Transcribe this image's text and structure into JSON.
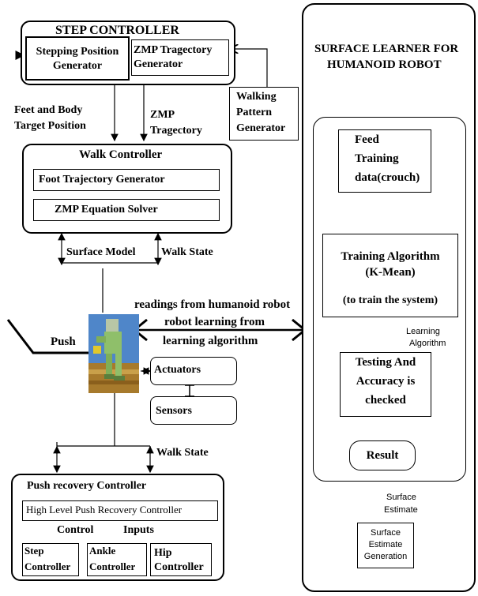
{
  "step_controller": {
    "title": "STEP CONTROLLER",
    "stepping_position": [
      "Stepping Position",
      "Generator"
    ],
    "zmp_trajectory_gen": [
      "ZMP Tragectory",
      "Generator"
    ]
  },
  "walking_pattern": [
    "Walking",
    "Pattern",
    "Generator"
  ],
  "feet_body_label": [
    "Feet and Body",
    "Target Position"
  ],
  "zmp_trajectory_label": [
    "ZMP",
    "Tragectory"
  ],
  "walk_controller": {
    "title": "Walk Controller",
    "foot_trajectory": "Foot Trajectory Generator",
    "zmp_equation": "ZMP Equation Solver"
  },
  "surface_model": "Surface Model",
  "walk_state_top": "Walk State",
  "readings_text": [
    "readings from humanoid robot",
    "robot learning from",
    "learning algorithm"
  ],
  "push_label": "Push",
  "actuators": "Actuators",
  "sensors": "Sensors",
  "walk_state_bottom": "Walk State",
  "push_recovery": {
    "title": "Push recovery Controller",
    "high_level": "High Level Push Recovery Controller",
    "control": "Control",
    "inputs": "Inputs",
    "step": [
      "Step",
      "Controller"
    ],
    "ankle": [
      "Ankle",
      "Controller"
    ],
    "hip": [
      "Hip",
      "Controller"
    ]
  },
  "surface_learner": {
    "title": [
      "SURFACE LEARNER FOR",
      "HUMANOID ROBOT"
    ],
    "feed": [
      "Feed",
      "Training",
      "data(crouch)"
    ],
    "training": [
      "Training Algorithm",
      "(K-Mean)",
      "(to train the system)"
    ],
    "learning_label": [
      "Learning",
      "Algorithm"
    ],
    "testing": [
      "Testing And",
      "Accuracy is",
      "checked"
    ],
    "result": "Result",
    "surface_estimate_label": [
      "Surface",
      "Estimate"
    ],
    "surface_estimate_gen": [
      "Surface",
      "Estimate",
      "Generation"
    ]
  }
}
